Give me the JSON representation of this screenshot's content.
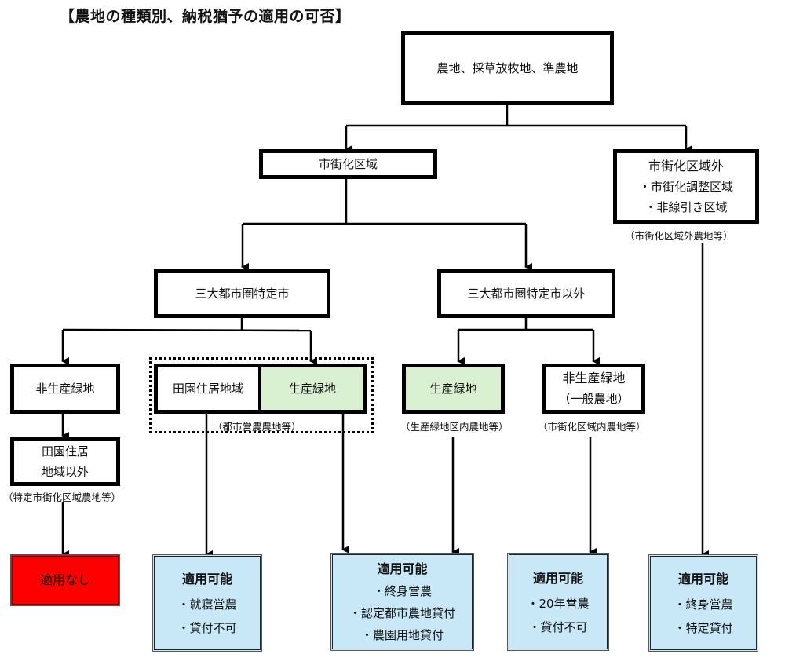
{
  "title": "【農地の種類別、納税猶予の適用の可否】",
  "nodes": {
    "root": "農地、採草放牧地、準農地",
    "urban": "市街化区域",
    "non_urban": {
      "head": "市街化区域外",
      "items": [
        "・市街化調整区域",
        "・非線引き区域"
      ],
      "note": "（市街化区域外農地等）"
    },
    "big3": "三大都市圏特定市",
    "not_big3": "三大都市圏特定市以外",
    "big3_non_green": "非生産緑地",
    "big3_rural_outside": {
      "lines": [
        "田園住居",
        "地域以外"
      ],
      "note": "（特定市街化区域農地等）"
    },
    "big3_rural_residential": "田園住居地域",
    "big3_green": "生産緑地",
    "big3_group_note": "（都市営農農地等）",
    "other_green": {
      "label": "生産緑地",
      "note": "（生産緑地区内農地等）"
    },
    "other_non_green": {
      "head": "非生産緑地",
      "sub": "（一般農地）",
      "note": "（市街化区域内農地等）"
    }
  },
  "results": [
    {
      "head": "適用なし",
      "items": [],
      "color": "#ff0000"
    },
    {
      "head": "適用可能",
      "items": [
        "・就寝営農",
        "・貸付不可"
      ],
      "color": "#c8e8f8"
    },
    {
      "head": "適用可能",
      "items": [
        "・終身営農",
        "・認定都市農地貸付",
        "・農園用地貸付"
      ],
      "color": "#c8e8f8"
    },
    {
      "head": "適用可能",
      "items": [
        "・20年営農",
        "・貸付不可"
      ],
      "color": "#c8e8f8"
    },
    {
      "head": "適用可能",
      "items": [
        "・終身営農",
        "・特定貸付"
      ],
      "color": "#c8e8f8"
    }
  ],
  "colors": {
    "green_box": "#d9f0d1",
    "result_ok": "#c8e8f8",
    "result_ng": "#ff0000"
  }
}
